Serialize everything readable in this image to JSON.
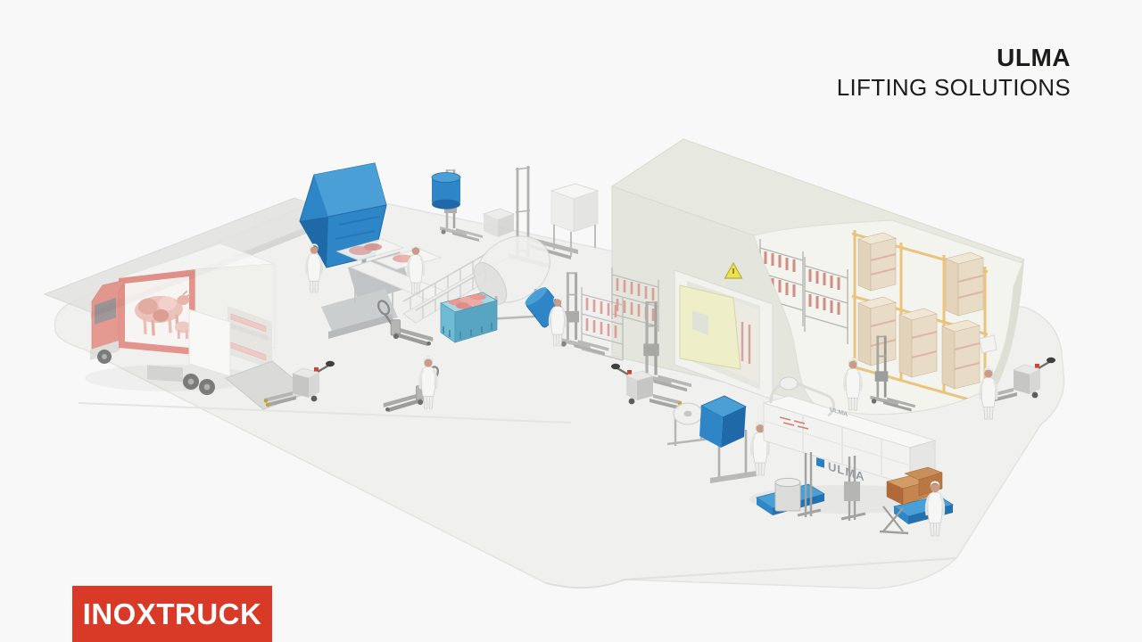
{
  "video_frame": {
    "background": "#f8f8f8"
  },
  "header_brand": {
    "line1": "ULMA",
    "line2": "LIFTING SOLUTIONS",
    "color": "#1c1c1a"
  },
  "corner_logo": {
    "label": "INOXTRUCK",
    "bg_color": "#d83a27",
    "text_color": "#ffffff"
  },
  "scene": {
    "machine_brand_label": "ULMA",
    "palette": {
      "highlight_blue": "#2e86c6",
      "highlight_blue_light": "#4aa0d6",
      "highlight_blue_dark": "#1f69a8",
      "pallet_box_teal": "#79c0d6",
      "building_wall": "#e4e5dc",
      "building_roof": "#e7e8df",
      "rack_beam_yellow": "#e8c47f",
      "carton_beige": "#e9dcc6",
      "meat_pink": "#e8a49c",
      "truck_red": "#dd7168",
      "floor_gray": "#f0f0ef",
      "steel_gray": "#b9b9b9",
      "warning_yellow": "#ece24f",
      "crate_orange": "#c5854f"
    },
    "objects": [
      "delivery-truck",
      "dock-platform",
      "bin-tipper",
      "meat-conveyor",
      "incline-conveyor",
      "drum-tumbler",
      "drum-stacker",
      "tall-stacker",
      "stainless-tub",
      "pallet-jack",
      "electric-pallet-truck",
      "pallet-box-with-meat",
      "smoke-stick-rack",
      "rack-stacker",
      "cold-storage-building",
      "pallet-racking",
      "hanging-meat-rack",
      "ceiling-fan-unit",
      "cold-room-door",
      "warning-sign",
      "film-unwinder",
      "thermoforming-machine",
      "drum-lifter-station",
      "scissor-lift-table",
      "worker"
    ]
  }
}
